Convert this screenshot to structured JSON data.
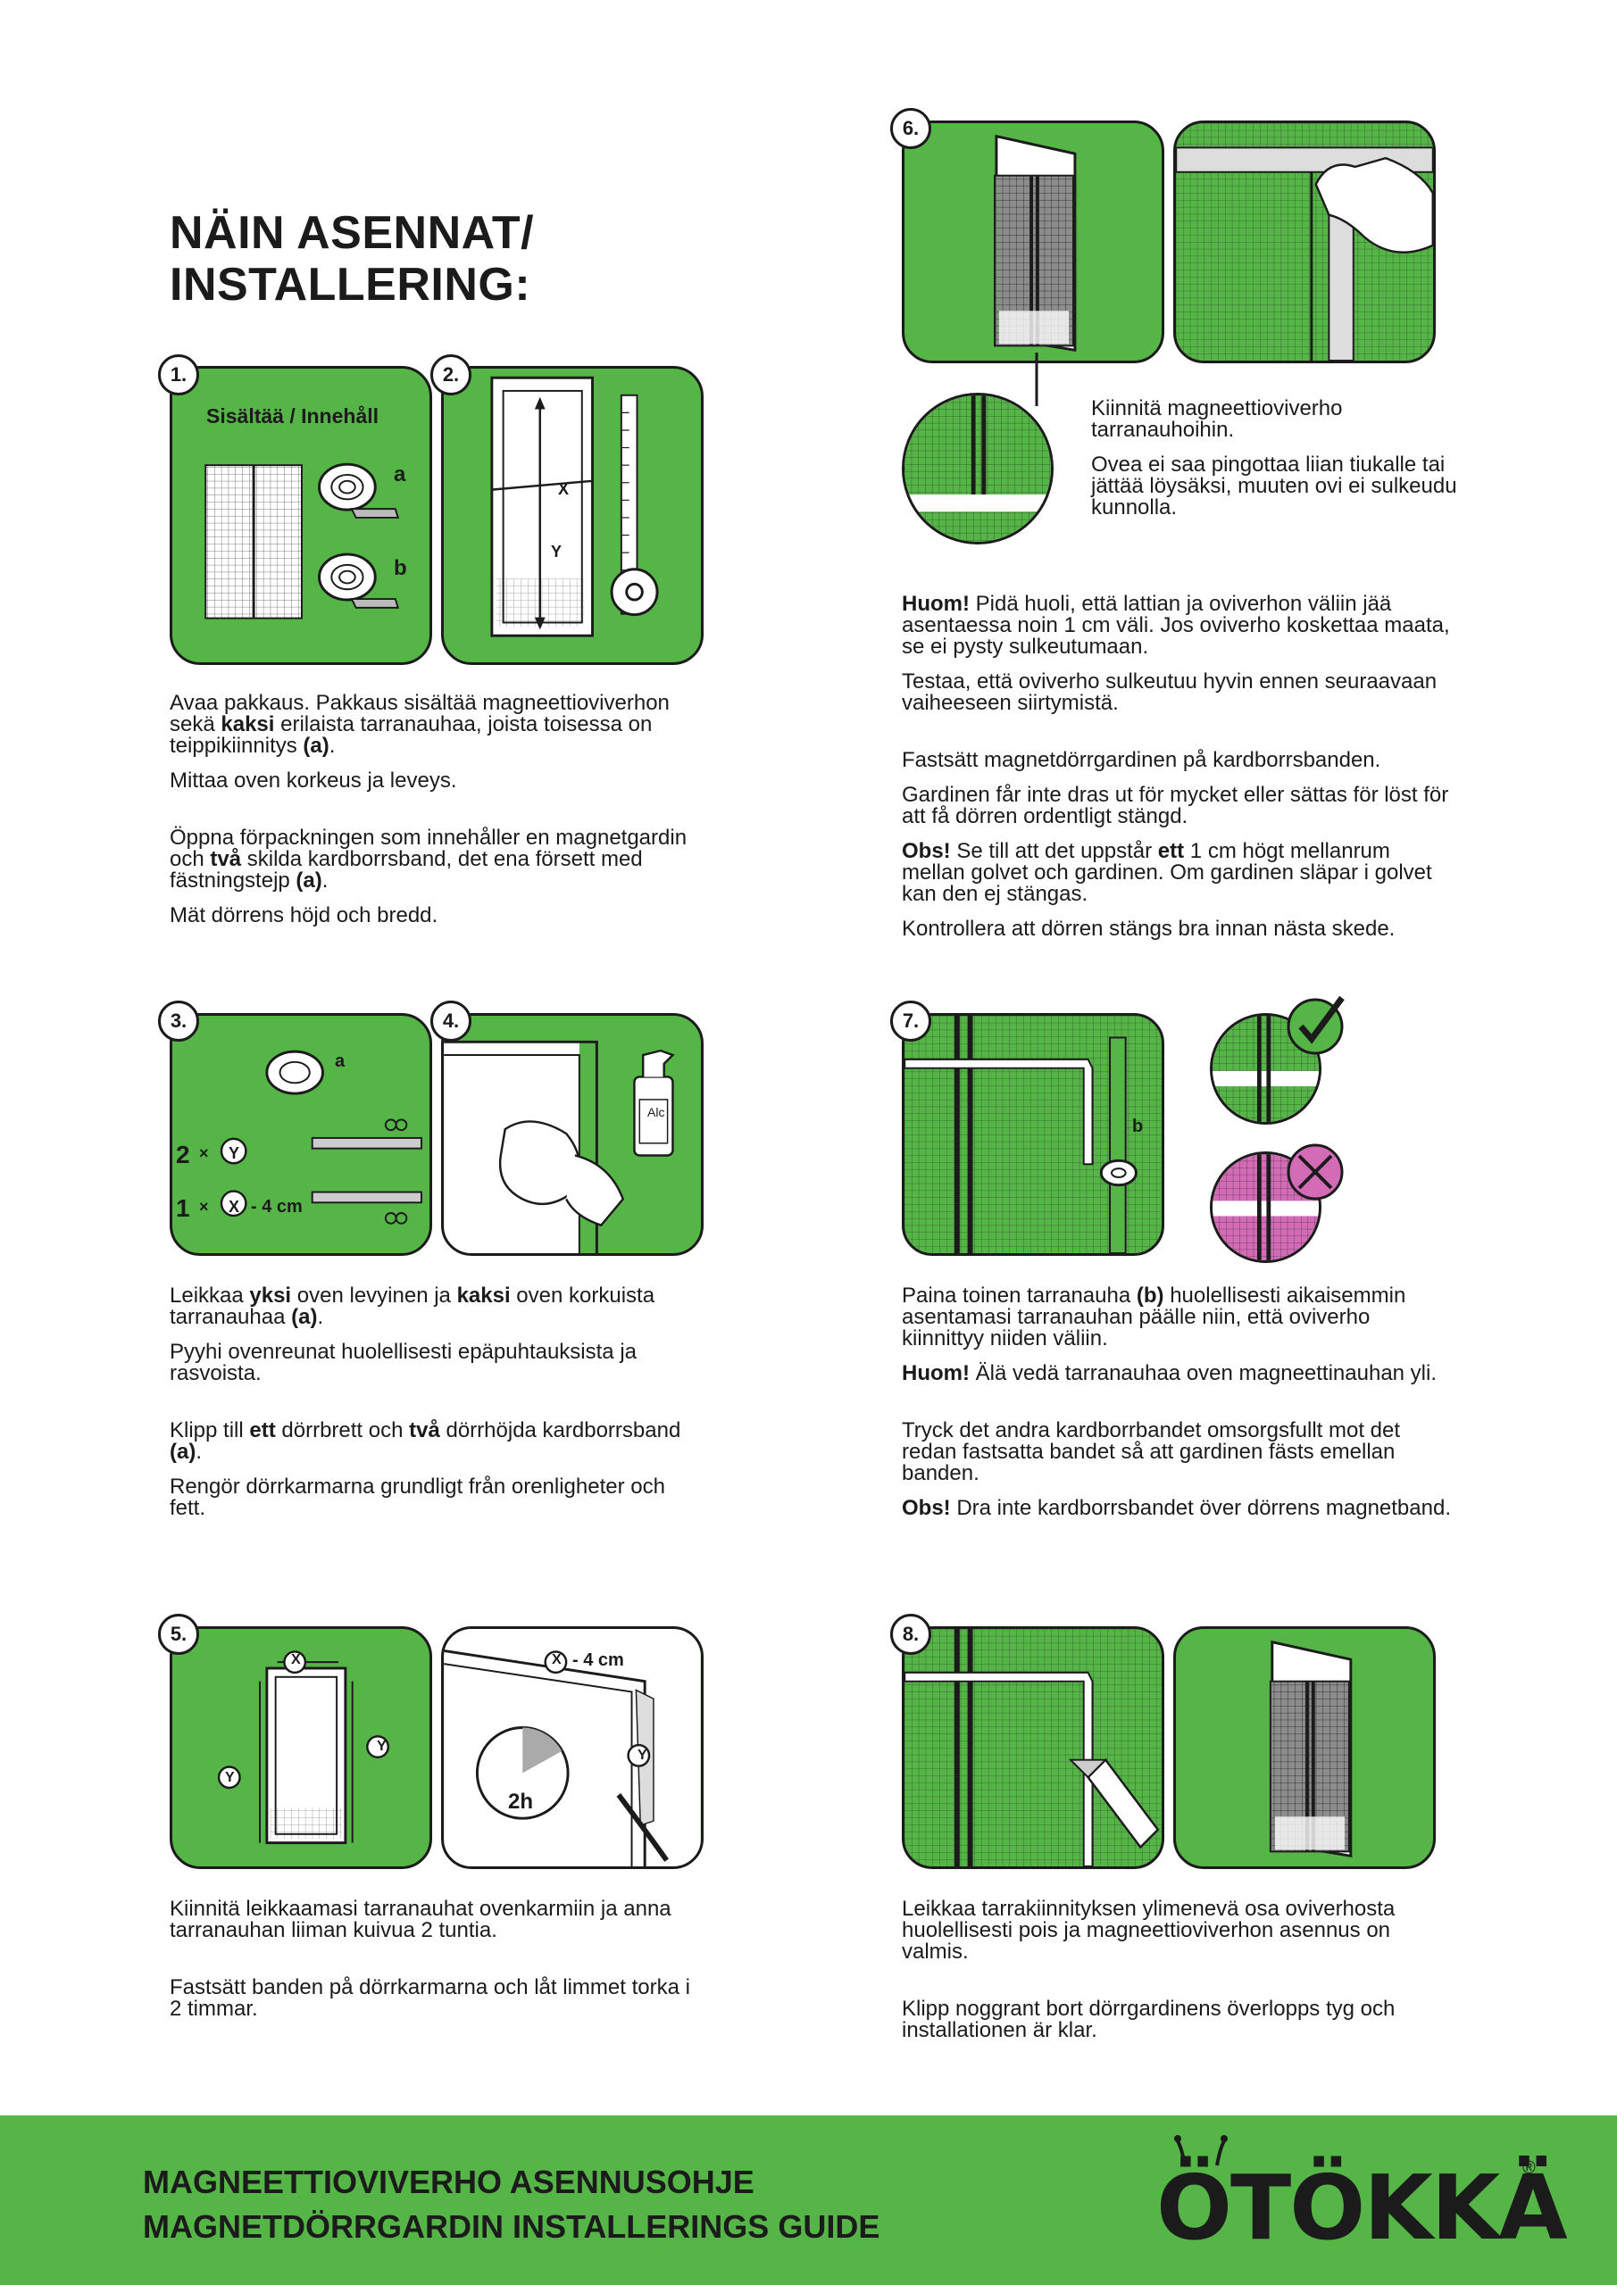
{
  "heading": {
    "line1": "NÄIN ASENNAT/",
    "line2": "INSTALLERING:"
  },
  "colors": {
    "green": "#56b547",
    "pink": "#d46bb7",
    "ink": "#1b1b1b"
  },
  "steps": {
    "s1": {
      "num": "1.",
      "label": "Sisältää / Innehåll",
      "a": "a",
      "b": "b"
    },
    "s2": {
      "num": "2.",
      "x": "X",
      "y": "Y"
    },
    "s3": {
      "num": "3.",
      "a": "a",
      "row1_count": "2",
      "row1_letter": "Y",
      "row2_count": "1",
      "row2_letter": "X",
      "row2_minus": "- 4 cm",
      "times": "×"
    },
    "s4": {
      "num": "4.",
      "bottle_label": "Alc"
    },
    "s5": {
      "num": "5.",
      "x": "X",
      "y": "Y",
      "minus": "- 4 cm",
      "hours": "2h"
    },
    "s6": {
      "num": "6."
    },
    "s7": {
      "num": "7.",
      "b": "b"
    },
    "s8": {
      "num": "8."
    }
  },
  "text": {
    "t12": [
      "Avaa pakkaus. Pakkaus sisältää magneettioviverhon sekä kaksi erilaista tarranauhaa, joista toisessa on teippikiinnitys (a).",
      "Mittaa oven korkeus ja leveys.",
      "Öppna förpackningen som innehåller en magnetgardin och två skilda kardborrsband, det ena försett med fästningstejp (a).",
      "Mät dörrens höjd och bredd."
    ],
    "t34": [
      "Leikkaa yksi oven levyinen ja kaksi oven korkuista tarranauhaa (a).",
      "Pyyhi ovenreunat huolellisesti epäpuhtauksista ja rasvoista.",
      "Klipp till ett dörrbrett och två dörrhöjda kardborrsband (a).",
      "Rengör dörrkarmarna grundligt från orenligheter och fett."
    ],
    "t5": [
      "Kiinnitä leikkaamasi tarranauhat ovenkarmiin ja anna tarranauhan liiman kuivua 2 tuntia.",
      "Fastsätt banden på dörrkarmarna och låt limmet torka i 2 timmar."
    ],
    "t6a": [
      "Kiinnitä magneettioviverho tarranauhoihin.",
      "Ovea ei saa pingottaa liian tiukalle tai jättää löysäksi, muuten ovi ei sulkeudu kunnolla."
    ],
    "t6b": [
      "Huom! Pidä huoli, että lattian ja oviverhon väliin jää asentaessa noin 1 cm väli. Jos oviverho koskettaa maata, se ei pysty sulkeutumaan.",
      "Testaa, että oviverho sulkeutuu hyvin ennen seuraavaan vaiheeseen siirtymistä.",
      "Fastsätt magnetdörrgardinen på kardborrsbanden.",
      "Gardinen får inte dras ut för mycket eller sättas för löst för att få dörren ordentligt stängd.",
      "Obs! Se till att det uppstår ett 1 cm högt mellanrum mellan golvet och gardinen. Om gardinen släpar i golvet kan den ej stängas.",
      "Kontrollera att dörren stängs bra innan nästa skede."
    ],
    "t7": [
      "Paina toinen tarranauha (b) huolellisesti aikaisemmin asentamasi tarranauhan päälle niin, että oviverho kiinnittyy niiden väliin.",
      "Huom! Älä vedä tarranauhaa oven magneettinauhan yli.",
      "Tryck det andra kardborrbandet omsorgsfullt mot det redan fastsatta bandet så att gardinen fästs emellan banden.",
      "Obs! Dra inte kardborrsbandet över dörrens magnetband."
    ],
    "t8": [
      "Leikkaa tarrakiinnityksen ylimenevä osa oviverhosta huolellisesti pois ja magneettioviverhon asennus on valmis.",
      "Klipp noggrant bort dörrgardinens överlopps tyg och installationen är klar."
    ]
  },
  "footer": {
    "line1": "MAGNEETTIOVIVERHO ASENNUSOHJE",
    "line2": "MAGNETDÖRRGARDIN INSTALLERINGS GUIDE",
    "logo": "ÖTÖKKÄ",
    "reg": "®"
  }
}
